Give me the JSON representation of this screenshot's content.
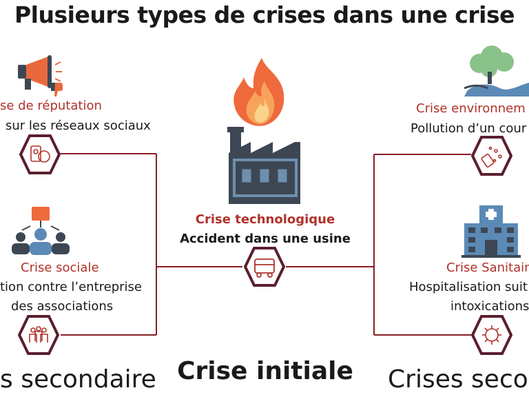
{
  "title": "Plusieurs types de crises dans une crise",
  "colors": {
    "accent": "#b0322a",
    "icon_dark": "#3d4754",
    "icon_blue": "#5b8ab6",
    "flame": "#ef6a3c",
    "green": "#8ac38a",
    "hex_border": "#5a1f2e"
  },
  "left": {
    "reputation": {
      "title": "se de réputation",
      "desc": "sur les réseaux sociaux",
      "icon": "megaphone-icon"
    },
    "sociale": {
      "title": "Crise sociale",
      "desc_line1": "tion contre l’entreprise",
      "desc_line2": "des associations",
      "icon": "group-icon"
    }
  },
  "center": {
    "title": "Crise technologique",
    "desc": "Accident dans une usine",
    "icon": "factory-fire-icon",
    "hex_icon": "truck-icon"
  },
  "right": {
    "environnement": {
      "title": "Crise environnem",
      "desc": "Pollution d’un cour",
      "icon": "pollution-icon"
    },
    "sanitaire": {
      "title": "Crise Sanitair",
      "desc_line1": "Hospitalisation suit",
      "desc_line2": "intoxications",
      "icon": "hospital-icon"
    }
  },
  "bottom": {
    "left": "s secondaire",
    "center": "Crise initiale",
    "right": "Crises secon"
  }
}
